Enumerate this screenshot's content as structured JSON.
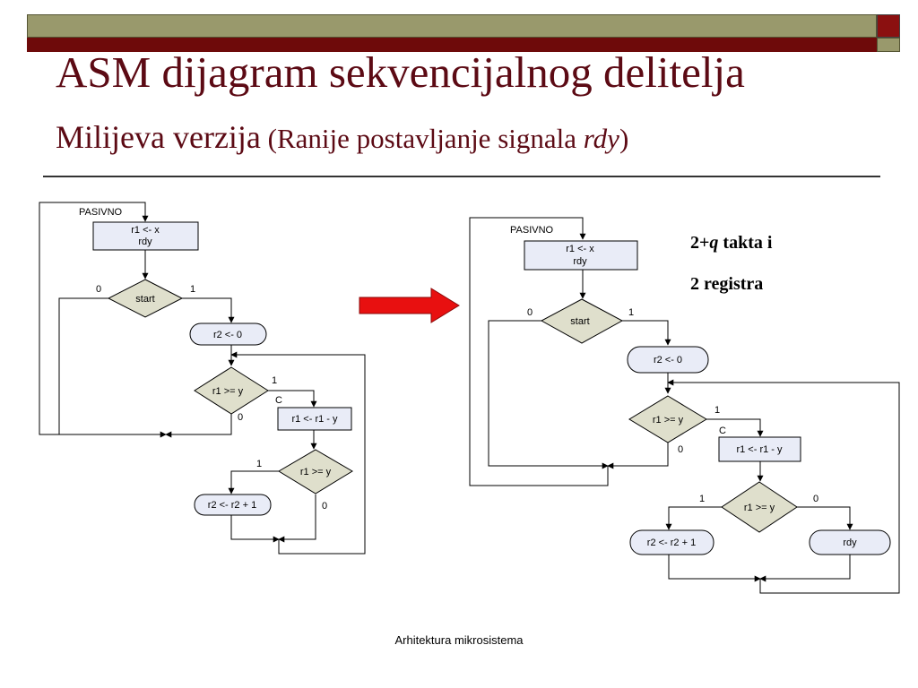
{
  "title": "ASM dijagram sekvencijalnog delitelja",
  "subtitle": {
    "version": "Milijeva verzija",
    "paren_open": " (Ranije postavljanje signala ",
    "rdy": "rdy",
    "paren_close": ")"
  },
  "colors": {
    "state_box": "#e9ecf7",
    "decision": "#dfdfcc",
    "arrow": "#e81010",
    "title": "#5c0a14"
  },
  "left": {
    "state_name": "PASIVNO",
    "state_box": {
      "line1": "r1 <- x",
      "line2": "rdy"
    },
    "start": {
      "label": "start",
      "no": "0",
      "yes": "1"
    },
    "clear_r2": "r2 <- 0",
    "cmp1": {
      "label": "r1 >= y",
      "yes": "1",
      "no": "0"
    },
    "carry": "C",
    "sub": "r1 <- r1 - y",
    "cmp2": {
      "label": "r1 >= y",
      "yes": "1",
      "no": "0"
    },
    "inc_r2": "r2 <- r2 + 1"
  },
  "right": {
    "state_name": "PASIVNO",
    "state_box": {
      "line1": "r1 <- x",
      "line2": "rdy"
    },
    "start": {
      "label": "start",
      "no": "0",
      "yes": "1"
    },
    "clear_r2": "r2 <- 0",
    "cmp1": {
      "label": "r1 >= y",
      "yes": "1",
      "no": "0"
    },
    "carry": "C",
    "sub": "r1 <- r1 - y",
    "cmp2": {
      "label": "r1 >= y",
      "yes": "1",
      "no": "0"
    },
    "inc_r2": "r2 <- r2 + 1",
    "rdy_output": "rdy"
  },
  "notes": {
    "line1_prefix": "2+",
    "line1_var": "q",
    "line1_suffix": " takta i",
    "line2": "2 registra"
  },
  "footer": "Arhitektura mikrosistema"
}
